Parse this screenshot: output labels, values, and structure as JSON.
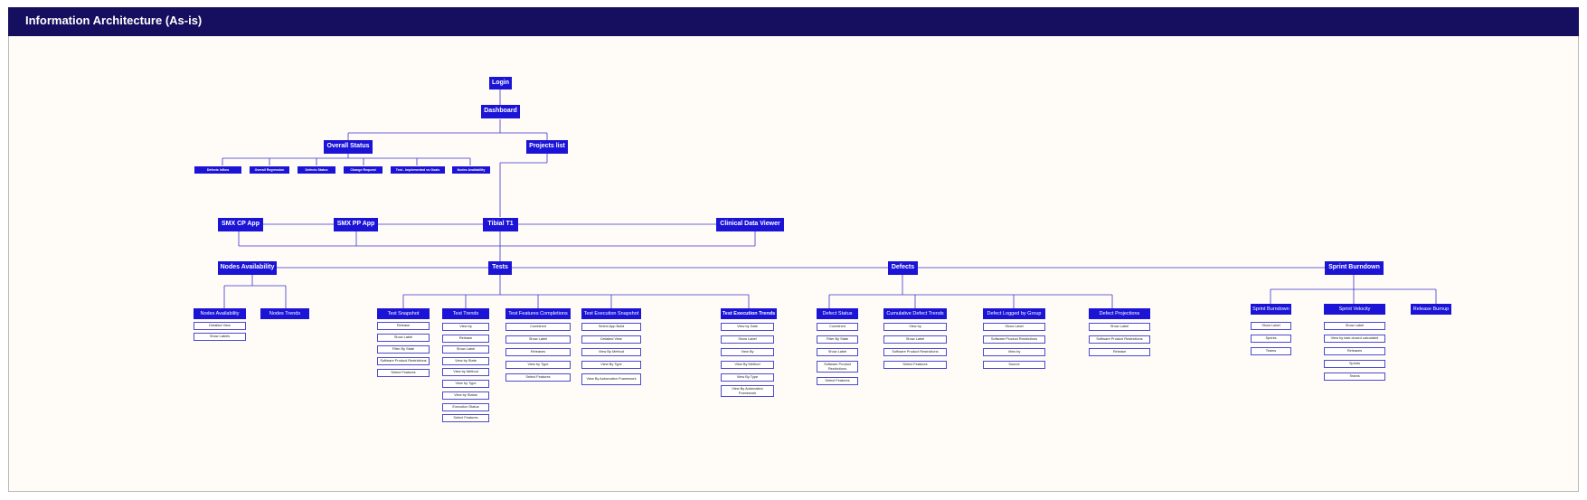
{
  "page": {
    "title": "Information Architecture (As-is)"
  },
  "top": {
    "login": "Login",
    "dashboard": "Dashboard",
    "overall_status": "Overall Status",
    "projects_list": "Projects list"
  },
  "status_items": [
    "Defects Inflow",
    "Overall Regression",
    "Defects Status",
    "Change Request",
    "Test - Implemented vs Goals",
    "Nodes Availability"
  ],
  "apps": {
    "smx_cp": "SMX CP App",
    "smx_pp": "SMX PP App",
    "tibial": "Tibial T1",
    "clinical": "Clinical Data  Viewer"
  },
  "sections": {
    "nodes": "Nodes Availability",
    "tests": "Tests",
    "defects": "Defects",
    "sprint": "Sprint Burndown"
  },
  "nodes": {
    "availability": {
      "label": "Nodes Availability",
      "items": [
        "Detailed View",
        "Show Labels"
      ]
    },
    "trends": {
      "label": "Nodes Trends"
    }
  },
  "tests": {
    "snapshot": {
      "label": "Test Snapshot",
      "items": [
        "Release",
        "Show Label",
        "Filter By State",
        "Software Product Restrictions",
        "Select Features"
      ]
    },
    "trends": {
      "label": "Test Trends",
      "items": [
        "View by",
        "Release",
        "Show Label",
        "View by State",
        "View by Method",
        "View by Type",
        "View by Status",
        "Execution Status",
        "Select Features"
      ]
    },
    "features": {
      "label": "Test Features Completions",
      "items": [
        "Combined",
        "Show Label",
        "Releases",
        "View by Type",
        "Select Features"
      ]
    },
    "exec_snapshot": {
      "label": "Test Execution Snapshot",
      "items": [
        "Select App Build",
        "Detailed View",
        "View By Method",
        "View By Type",
        "View By Automation Framework"
      ]
    },
    "exec_trends": {
      "label": "Test Execution Trends",
      "items": [
        "View by Date",
        "Show Label",
        "View By",
        "View By Method",
        "View By Type",
        "View By Automation Framework"
      ]
    }
  },
  "defects": {
    "status": {
      "label": "Defect Status",
      "items": [
        "Combined",
        "Filter By State",
        "Show Label",
        "Software Product Restrictions",
        "Select Features"
      ]
    },
    "cumulative": {
      "label": "Cumulative Defect Trends",
      "items": [
        "View by",
        "Show Label",
        "Software Product Restrictions",
        "Select Features"
      ]
    },
    "logged": {
      "label": "Defect Logged by Group",
      "items": [
        "Show Label",
        "Software Product Restrictions",
        "View by",
        "Source"
      ]
    },
    "projections": {
      "label": "Defect Projections",
      "items": [
        "Show Label",
        "Software Product Restrictions",
        "Release"
      ]
    }
  },
  "sprint": {
    "burndown": {
      "label": "Sprint Burndown",
      "items": [
        "Show Label",
        "Sprints",
        "Teams"
      ]
    },
    "velocity": {
      "label": "Sprint Velocity",
      "items": [
        "Show Label",
        "View by task closed calculated",
        "Releases",
        "Sprints",
        "Teams"
      ]
    },
    "burnup": {
      "label": "Release Burnup"
    }
  },
  "colors": {
    "header": "#160e5e",
    "node": "#1b14d6",
    "connector": "#1b14d6",
    "canvas": "#fffcf7"
  }
}
